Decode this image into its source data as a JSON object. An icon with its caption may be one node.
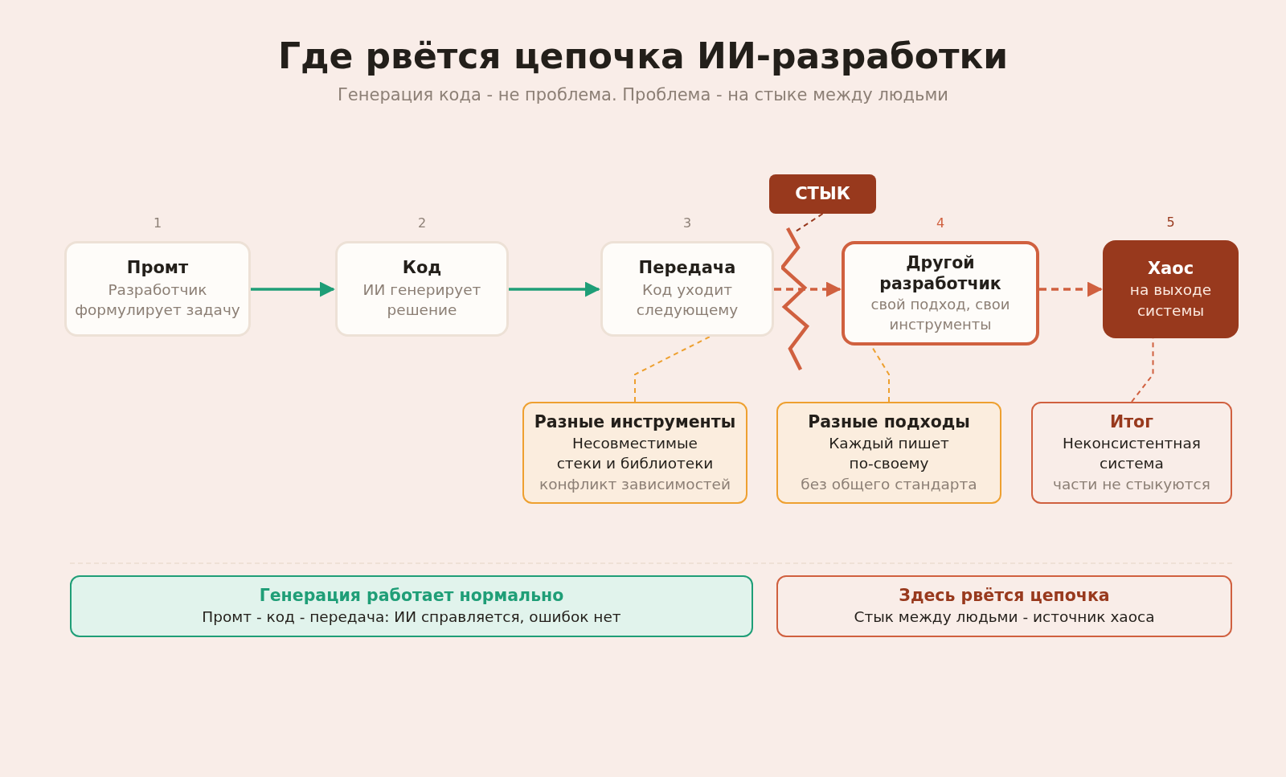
{
  "diagram": {
    "title": "Где рвётся цепочка ИИ-разработки",
    "caption": "Генерация кода - не проблема. Проблема - на стыке между людьми",
    "nodes": [
      {
        "text": [
          "СТЫК"
        ]
      },
      {
        "text": [
          "Промт",
          "Разработчик формулирует задачу"
        ],
        "beside": [
          "1"
        ]
      },
      {
        "text": [
          "Код",
          "ИИ генерирует решение"
        ],
        "beside": [
          "2"
        ]
      },
      {
        "text": [
          "Передача",
          "Код уходит следующему"
        ],
        "beside": [
          "3"
        ]
      },
      {
        "text": [
          "Другой разработчик",
          "свой подход, свои инструменты"
        ],
        "beside": [
          "4"
        ]
      },
      {
        "text": [
          "Хаос",
          "на выходе системы"
        ],
        "beside": [
          "5"
        ]
      },
      {
        "text": [
          "Разные инструменты",
          "Несовместимые стеки и библиотеки",
          "конфликт зависимостей"
        ]
      },
      {
        "text": [
          "Разные подходы",
          "Каждый пишет по-своему",
          "без общего стандарта"
        ]
      },
      {
        "text": [
          "Итог",
          "Неконсистентная система",
          "части не стыкуются"
        ]
      },
      {
        "text": [
          "Генерация работает нормально",
          "Промт - код - передача: ИИ справляется, ошибок нет"
        ]
      },
      {
        "text": [
          "Здесь рвётся цепочка",
          "Стык между людьми - источник хаоса"
        ]
      }
    ],
    "edges": [
      {
        "from": 1,
        "to": 2,
        "arrow": "to",
        "color": "#1f9e77"
      },
      {
        "from": 2,
        "to": 3,
        "arrow": "to",
        "color": "#1f9e77"
      },
      {
        "from": 3,
        "to": 4,
        "arrow": "to",
        "style": "dashed",
        "color": "#d0603f"
      },
      {
        "from": 4,
        "to": 5,
        "arrow": "to",
        "style": "dashed",
        "color": "#d0603f"
      },
      {
        "from": 0,
        "to": null,
        "arrow": "none",
        "style": "dashed",
        "color": "#98391d"
      },
      {
        "from": 6,
        "to": 3,
        "arrow": "none",
        "style": "dashed",
        "color": "#eea030"
      },
      {
        "from": 7,
        "to": 4,
        "arrow": "none",
        "style": "dashed",
        "color": "#eea030"
      },
      {
        "from": 8,
        "to": 5,
        "arrow": "none",
        "style": "dashed",
        "color": "#d0603f"
      }
    ]
  }
}
